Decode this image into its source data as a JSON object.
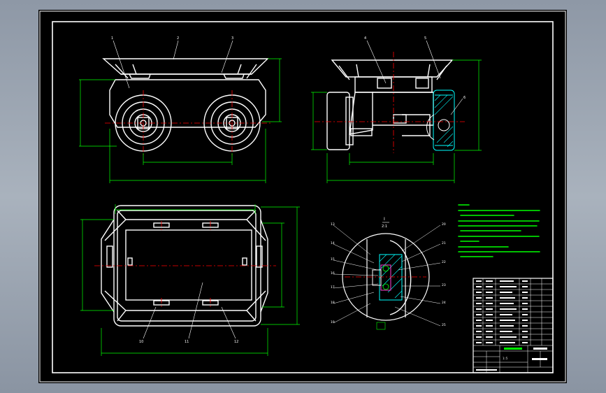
{
  "window": {
    "title": ""
  },
  "drawing": {
    "type": "mechanical-assembly",
    "views": [
      "front-view",
      "side-view",
      "top-view",
      "detail-I"
    ],
    "colors": {
      "background": "#000000",
      "frame": "#ffffff",
      "outline": "#ffffff",
      "dimension": "#00ff00",
      "centerline": "#ff0000",
      "hatch": "#00ffff",
      "notes": "#00ff00"
    }
  },
  "detail": {
    "label": "I",
    "scale": "2:1"
  },
  "balloons": {
    "front": [
      "1",
      "2",
      "3"
    ],
    "side": [
      "4",
      "5",
      "6"
    ],
    "top": [
      "10",
      "11",
      "12"
    ],
    "detail": [
      "13",
      "14",
      "15",
      "16",
      "17",
      "18",
      "19",
      "20",
      "21",
      "22",
      "23",
      "24",
      "25"
    ]
  },
  "title_block": {
    "scale": "1:5"
  }
}
